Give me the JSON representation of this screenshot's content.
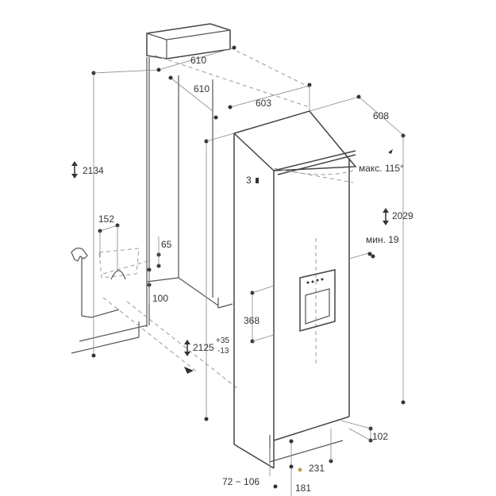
{
  "dimensions": {
    "niche_width_top": "610",
    "niche_depth_top": "610",
    "appliance_width": "603",
    "appliance_depth": "608",
    "door_opening": "макс. 115°",
    "gap_top": "3",
    "niche_height": "2134",
    "water_conn_width": "152",
    "water_conn_offset": "65",
    "water_conn_height": "100",
    "appliance_height": "2029",
    "min_side_gap": "мин. 19",
    "dispenser_height": "368",
    "niche_height_range": "2125",
    "niche_height_tol_plus": "+35",
    "niche_height_tol_minus": "-13",
    "base_depth": "102",
    "plinth_depth": "231",
    "plinth_height_range": "72 − 106",
    "plinth_offset": "181"
  }
}
